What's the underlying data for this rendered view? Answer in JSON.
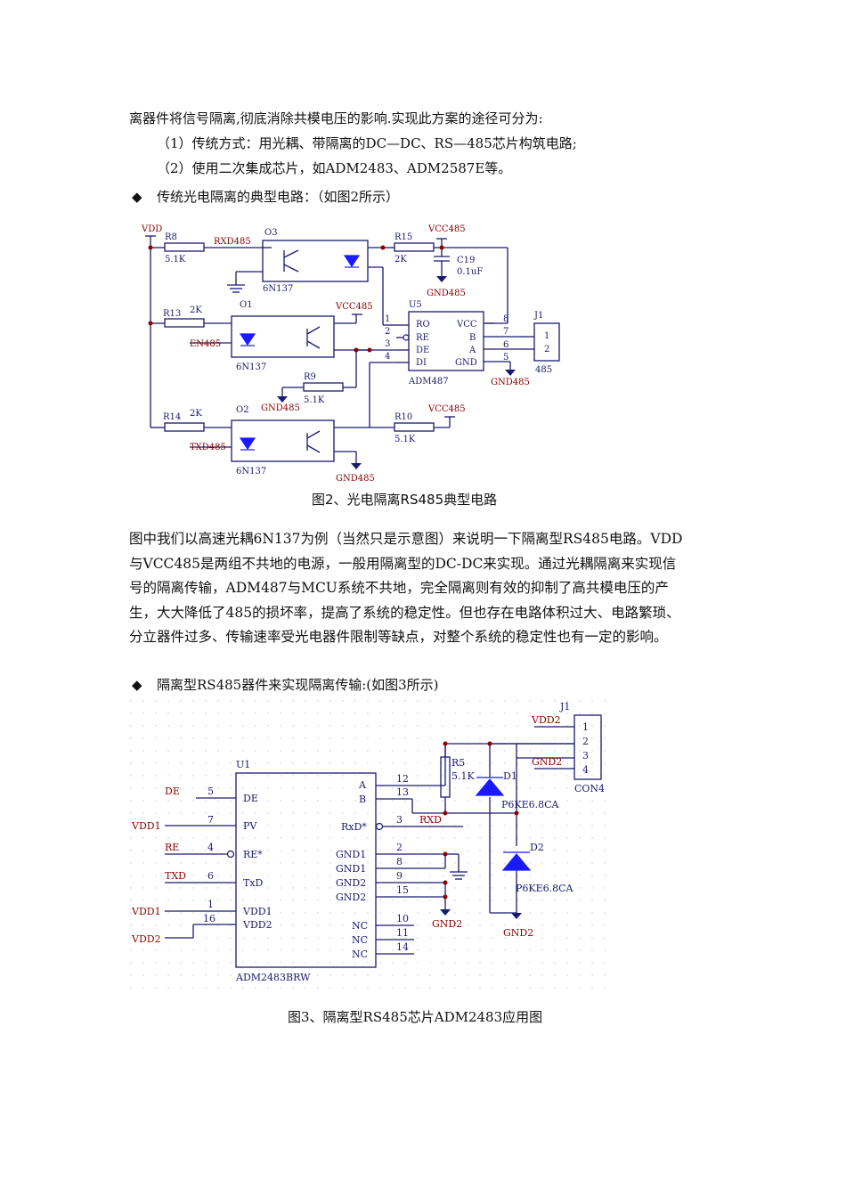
{
  "intro": {
    "line1": "离器件将信号隔离,彻底消除共模电压的影响.实现此方案的途径可分为:",
    "line2": "（1）传统方式：用光耦、带隔离的DC—DC、RS—485芯片构筑电路;",
    "line3": "（2）使用二次集成芯片，如ADM2483、ADM2587E等。"
  },
  "bullet1": {
    "mark": "◆",
    "text": "传统光电隔离的典型电路：（如图2所示）"
  },
  "fig2": {
    "caption": "图2、光电隔离RS485典型电路",
    "labels": {
      "vdd": "VDD",
      "r8": "R8",
      "r8v": "5.1K",
      "rxd": "RXD485",
      "o3": "O3",
      "o3p": "6N137",
      "o1": "O1",
      "r15": "R15",
      "r15v": "2K",
      "vcc1": "VCC485",
      "c19": "C19",
      "c19v": "0.1uF",
      "gnd1": "GND485",
      "r13": "R13",
      "r13v": "2K",
      "en": "EN485",
      "o4p": "6N137",
      "vcc2": "VCC485",
      "r9": "R9",
      "r9v": "5.1K",
      "gnd2": "GND485",
      "u5": "U5",
      "ro": "RO",
      "re": "RE",
      "de": "DE",
      "di": "DI",
      "vcc": "VCC",
      "b": "B",
      "a": "A",
      "gnd": "GND",
      "adm": "ADM487",
      "gnd3": "GND485",
      "j1": "J1",
      "j1p1": "1",
      "j1p2": "2",
      "j1n": "485",
      "r14": "R14",
      "r14v": "2K",
      "o2": "O2",
      "txd": "TXD485",
      "o2p": "6N137",
      "r10": "R10",
      "r10v": "5.1K",
      "vcc3": "VCC485",
      "gnd4": "GND485",
      "p1": "1",
      "p2": "2",
      "p3": "3",
      "p4": "4",
      "p5": "5",
      "p6": "6",
      "p7": "7",
      "p8": "8"
    }
  },
  "paragraph": {
    "l1": "图中我们以高速光耦6N137为例（当然只是示意图）来说明一下隔离型RS485电路。VDD",
    "l2": "与VCC485是两组不共地的电源，一般用隔离型的DC-DC来实现。通过光耦隔离来实现信",
    "l3": "号的隔离传输，ADM487与MCU系统不共地，完全隔离则有效的抑制了高共模电压的产",
    "l4": "生，大大降低了485的损坏率，提高了系统的稳定性。但也存在电路体积过大、电路繁琐、",
    "l5": "分立器件过多、传输速率受光电器件限制等缺点，对整个系统的稳定性也有一定的影响。"
  },
  "bullet2": {
    "mark": "◆",
    "text": "隔离型RS485器件来实现隔离传输:(如图3所示)"
  },
  "fig3": {
    "caption": "图3、隔离型RS485芯片ADM2483应用图",
    "labels": {
      "u1": "U1",
      "adm": "ADM2483BRW",
      "de_net": "DE",
      "vdd1a": "VDD1",
      "re_net": "RE",
      "txd_net": "TXD",
      "vdd1b": "VDD1",
      "vdd2a": "VDD2",
      "pde": "DE",
      "ppv": "PV",
      "pre": "RE*",
      "ptxd": "TxD",
      "pvdd1": "VDD1",
      "pvdd2": "VDD2",
      "pa": "A",
      "pb": "B",
      "prxd": "RxD*",
      "pg1a": "GND1",
      "pg1b": "GND1",
      "pg2a": "GND2",
      "pg2b": "GND2",
      "pnc1": "NC",
      "pnc2": "NC",
      "pnc3": "NC",
      "n5": "5",
      "n7": "7",
      "n4": "4",
      "n6": "6",
      "n1": "1",
      "n16": "16",
      "n12": "12",
      "n13": "13",
      "n3": "3",
      "n2": "2",
      "n8": "8",
      "n9": "9",
      "n15": "15",
      "n10": "10",
      "n11": "11",
      "n14": "14",
      "rxd_net": "RXD",
      "gnd2a": "GND2",
      "r5": "R5",
      "r5v": "5.1K",
      "d1": "D1",
      "d1v": "P6KE6.8CA",
      "d2": "D2",
      "d2v": "P6KE6.8CA",
      "gnd2b": "GND2",
      "j1": "J1",
      "vdd2b": "VDD2",
      "gnd2c": "GND2",
      "c1": "1",
      "c2": "2",
      "c3": "3",
      "c4": "4",
      "con": "CON4"
    }
  },
  "colors": {
    "wire": "#1a1a6e",
    "comp": "#1a1a6e",
    "net": "#8b0000",
    "led": "#1a1aff",
    "dot": "#8b0000"
  }
}
